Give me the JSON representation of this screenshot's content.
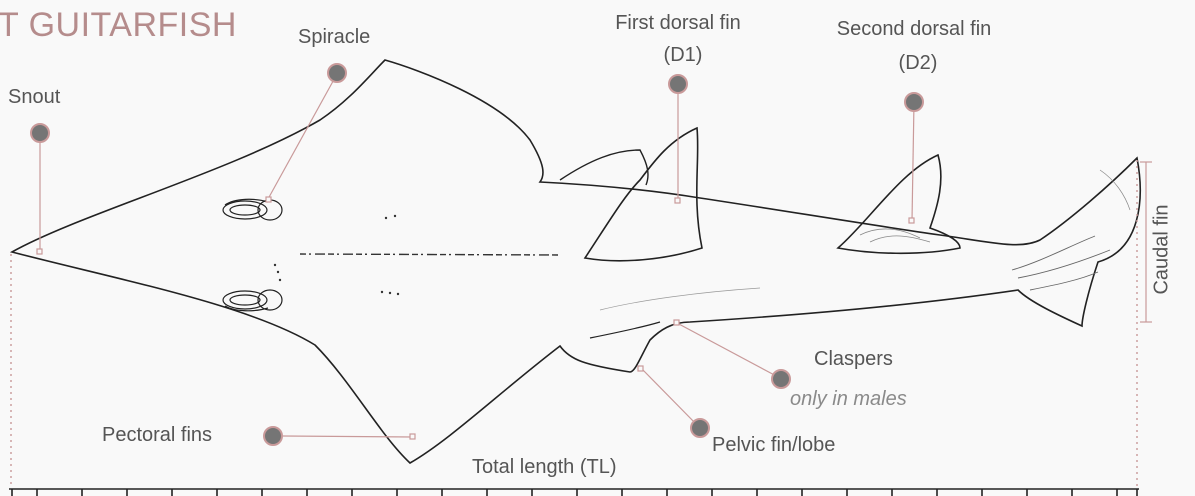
{
  "title": "T GUITARFISH",
  "labels": {
    "snout": "Snout",
    "spiracle": "Spiracle",
    "first_dorsal_l1": "First dorsal fin",
    "first_dorsal_l2": "(D1)",
    "second_dorsal_l1": "Second dorsal fin",
    "second_dorsal_l2": "(D2)",
    "caudal": "Caudal fin",
    "claspers": "Claspers",
    "claspers_note": "only in males",
    "pelvic": "Pelvic fin/lobe",
    "pectoral": "Pectoral fins",
    "total_length": "Total length (TL)"
  },
  "colors": {
    "title": "#b58c8c",
    "leader_line": "#c99a9a",
    "dot_fill": "#757575",
    "dot_stroke": "#c99a9a",
    "outline": "#222222",
    "label_text": "#555555"
  }
}
